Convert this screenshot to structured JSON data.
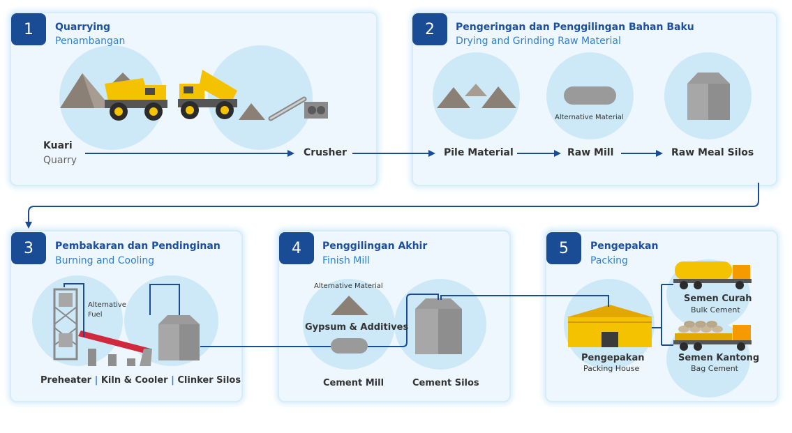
{
  "sections": [
    {
      "number": "1",
      "title_id": "Quarrying",
      "title_en": "Penambangan"
    },
    {
      "number": "2",
      "title_id": "Pengeringan dan Penggilingan Bahan Baku",
      "title_en": "Drying and Grinding Raw Material"
    },
    {
      "number": "3",
      "title_id": "Pembakaran dan Pendinginan",
      "title_en": "Burning and Cooling"
    },
    {
      "number": "4",
      "title_id": "Penggilingan Akhir",
      "title_en": "Finish Mill"
    },
    {
      "number": "5",
      "title_id": "Pengepakan",
      "title_en": "Packing"
    }
  ],
  "labels": {
    "kuari": "Kuari",
    "quarry": "Quarry",
    "crusher": "Crusher",
    "pile_material": "Pile Material",
    "raw_mill": "Raw Mill",
    "raw_meal_silos": "Raw Meal Silos",
    "alt_material_2": "Alternative Material",
    "alt_fuel_1": "Alternative",
    "alt_fuel_2": "Fuel",
    "preheater": "Preheater",
    "sep": "|",
    "kiln_cooler": "Kiln & Cooler",
    "clinker_silos": "Clinker Silos",
    "alt_material_4": "Alternative Material",
    "gypsum": "Gypsum & Additives",
    "cement_mill": "Cement Mill",
    "cement_silos": "Cement Silos",
    "pengepakan": "Pengepakan",
    "packing_house": "Packing House",
    "semen_curah": "Semen Curah",
    "bulk_cement": "Bulk Cement",
    "semen_kantong": "Semen Kantong",
    "bag_cement": "Bag Cement"
  },
  "colors": {
    "badge": "#1a4c96",
    "title": "#1d4fa0",
    "subtitle": "#2f7fd0",
    "arrow": "#1a4c96",
    "circle": "#cde9f8",
    "truck_yellow": "#f5c200",
    "kiln_red": "#d0283c"
  }
}
